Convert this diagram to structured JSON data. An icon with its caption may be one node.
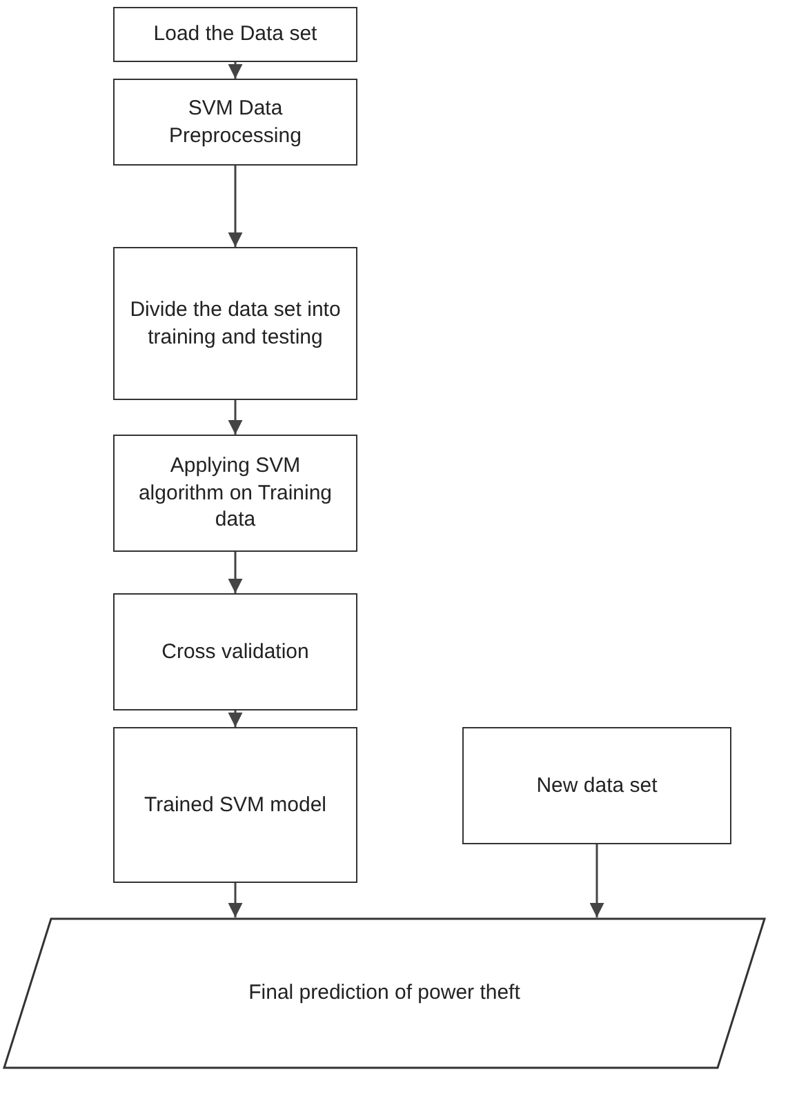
{
  "diagram": {
    "nodes": [
      {
        "text": [
          "Load the Data set"
        ]
      },
      {
        "text": [
          "SVM Data Preprocessing"
        ]
      },
      {
        "text": [
          "Divide the data set into training and testing"
        ]
      },
      {
        "text": [
          "Applying SVM algorithm on Training data"
        ]
      },
      {
        "text": [
          "Cross validation"
        ]
      },
      {
        "text": [
          "Trained SVM model"
        ]
      },
      {
        "text": [
          "New data set"
        ]
      },
      {
        "text": [
          "Final prediction of power theft"
        ]
      }
    ],
    "edges": [
      {
        "from": 0,
        "to": 1,
        "arrow": "to"
      },
      {
        "from": 1,
        "to": 2,
        "arrow": "to"
      },
      {
        "from": 2,
        "to": 3,
        "arrow": "to"
      },
      {
        "from": 3,
        "to": 4,
        "arrow": "to"
      },
      {
        "from": 4,
        "to": 5,
        "arrow": "to"
      },
      {
        "from": 5,
        "to": 7,
        "arrow": "to"
      },
      {
        "from": 6,
        "to": 7,
        "arrow": "to"
      }
    ]
  }
}
